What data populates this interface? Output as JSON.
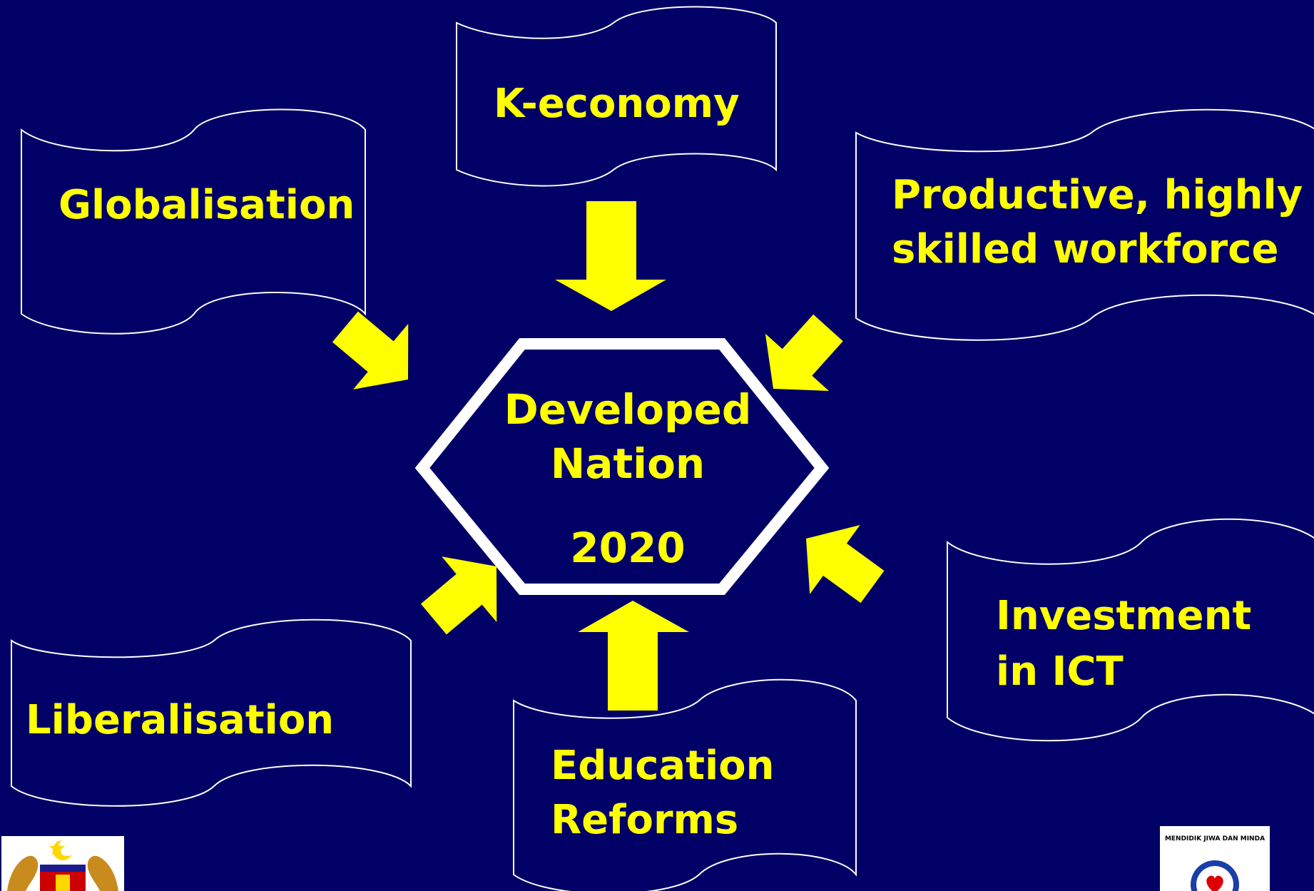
{
  "colors": {
    "background": "#000066",
    "label_text": "#FFFF00",
    "arrow_fill": "#FFFF00",
    "banner_stroke": "#FFFFFF",
    "hexagon_stroke": "#FFFFFF"
  },
  "center": {
    "line1": "Developed",
    "line2": "Nation",
    "year": "2020"
  },
  "banners": {
    "k_economy": "K-economy",
    "globalisation": "Globalisation",
    "workforce_line1": "Productive, highly",
    "workforce_line2": "skilled workforce",
    "investment_line1": "Investment",
    "investment_line2": "in ICT",
    "liberalisation": "Liberalisation",
    "education_line1": "Education",
    "education_line2": "Reforms"
  },
  "logos": {
    "left": "coat-of-arms-logo",
    "right": "ministry-emblem-logo",
    "right_text": "MENDIDIK JIWA DAN MINDA"
  }
}
